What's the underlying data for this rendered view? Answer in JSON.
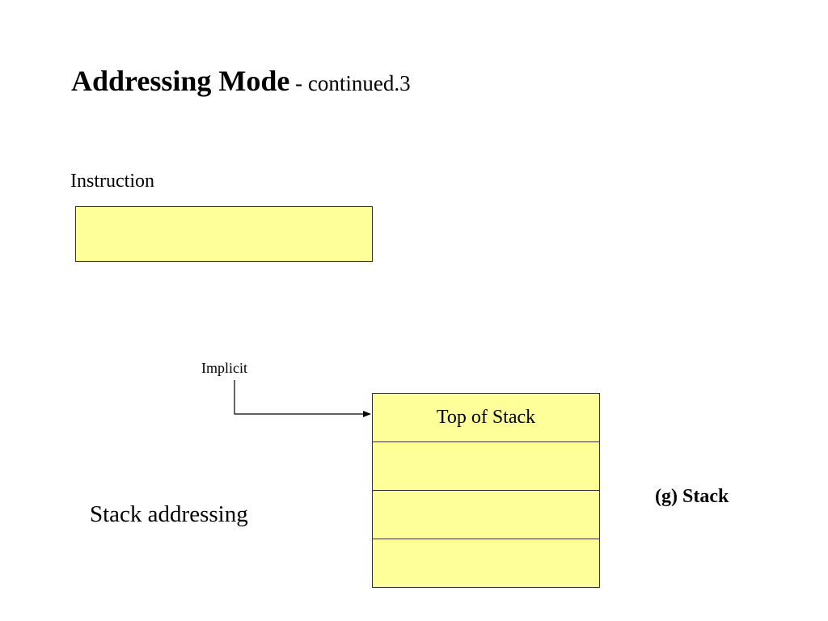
{
  "title": {
    "main": "Addressing Mode",
    "sub": " - continued.3"
  },
  "instruction": {
    "label": "Instruction"
  },
  "implicit": {
    "label": "Implicit"
  },
  "stack": {
    "cells": [
      "Top of Stack",
      "",
      "",
      ""
    ]
  },
  "caption": "Stack addressing",
  "figure_label": "(g) Stack",
  "colors": {
    "box_fill": "#ffff99",
    "border": "#333333",
    "arrow": "#000000"
  }
}
